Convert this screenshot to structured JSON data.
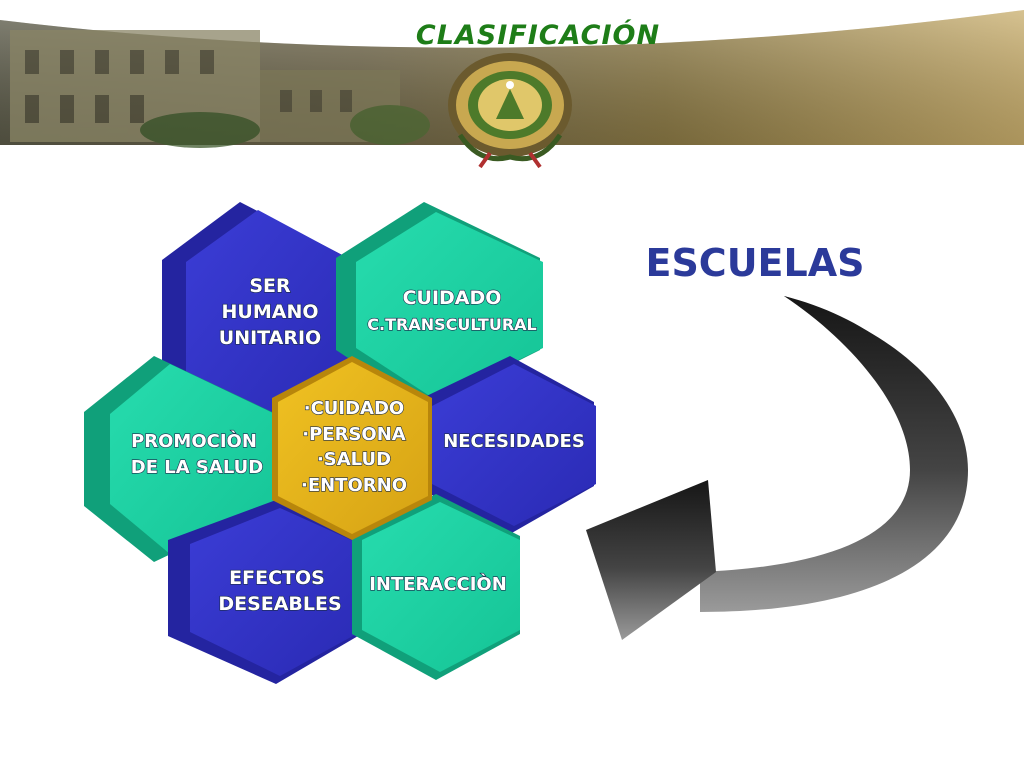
{
  "slide": {
    "title": "CLASIFICACIÓN"
  },
  "diagram": {
    "center_items": [
      "·CUIDADO",
      "·PERSONA",
      "·SALUD",
      "·ENTORNO"
    ],
    "hex_ser_humano": [
      "SER",
      "HUMANO",
      "UNITARIO"
    ],
    "hex_cuidado": [
      "CUIDADO",
      "C.TRANSCULTURAL"
    ],
    "hex_promocion": [
      "PROMOCIÒN",
      "DE LA SALUD"
    ],
    "hex_necesidades": [
      "NECESIDADES"
    ],
    "hex_efectos": [
      "EFECTOS",
      "DESEABLES"
    ],
    "hex_interaccion": [
      "INTERACCIÒN"
    ],
    "side_label": "ESCUELAS"
  },
  "colors": {
    "blue_hex": "#3a3acc",
    "teal_hex": "#1fd6a4",
    "center_hex": "#e6b41c",
    "title_green": "#1e7d18",
    "banner_gold": "#b99a56"
  }
}
